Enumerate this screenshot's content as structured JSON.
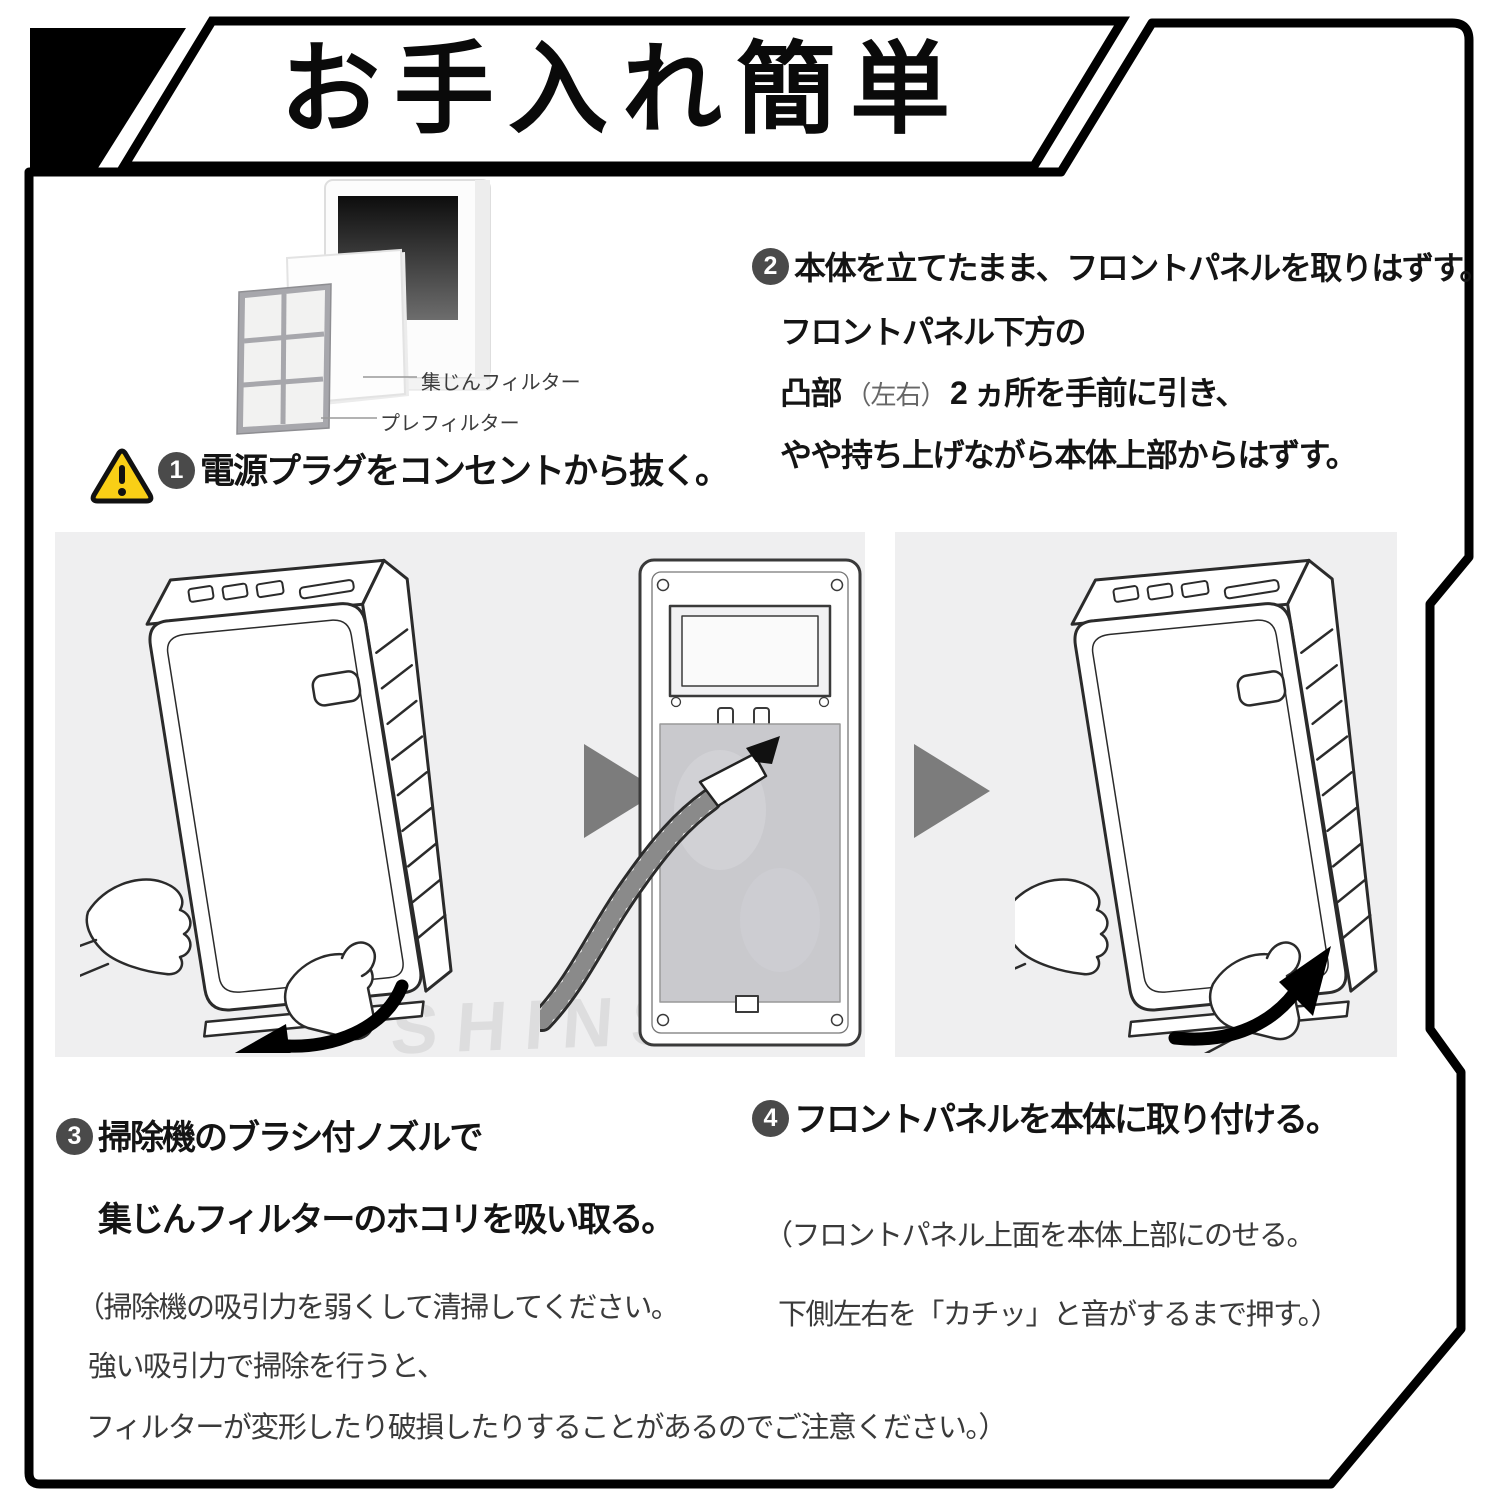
{
  "header": {
    "title": "お手入れ簡単"
  },
  "figure": {
    "dust_filter_label": "集じんフィルター",
    "pre_filter_label": "プレフィルター"
  },
  "steps": {
    "s1": {
      "num": "1",
      "title": "電源プラグをコンセントから抜く。"
    },
    "s2": {
      "num": "2",
      "line1": "本体を立てたまま、フロントパネルを取りはずす。",
      "line2": "フロントパネル下方の",
      "line3_seg1": "凸部",
      "line3_seg2": "（左右）",
      "line3_seg3": "2 ヵ所を手前に引き、",
      "line4": "やや持ち上げながら本体上部からはずす。"
    },
    "s3": {
      "num": "3",
      "line1": "掃除機のブラシ付ノズルで",
      "line2": "集じんフィルターのホコリを吸い取る。",
      "note1": "（掃除機の吸引力を弱くして清掃してください。",
      "note2": "強い吸引力で掃除を行うと、",
      "note3": "フィルターが変形したり破損したりすることがあるのでご注意ください。）"
    },
    "s4": {
      "num": "4",
      "line1": "フロントパネルを本体に取り付ける。",
      "note1": "（フロントパネル上面を本体上部にのせる。",
      "note2": "下側左右を「カチッ」と音がするまで押す。）"
    }
  },
  "watermark": "SHINSOU",
  "icons": {
    "warning": "warning-triangle-icon",
    "flow_arrow": "right-arrow-icon"
  },
  "colors": {
    "frame": "#000000",
    "panel_bg": "#efeff0",
    "arrow_gray": "#7c7c7c",
    "number_circle": "#4a4a4a",
    "warning_yellow": "#f9cf16",
    "filter_gray": "#c9c9cd"
  }
}
